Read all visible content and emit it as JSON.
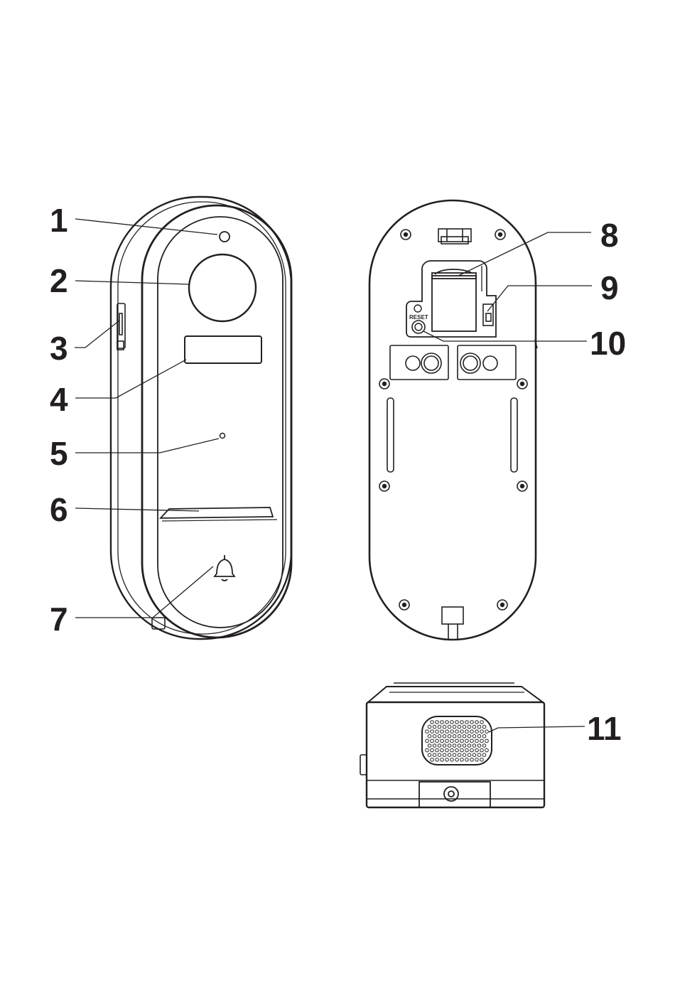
{
  "figure": {
    "reset_label": "RESET",
    "callouts": [
      {
        "id": "callout-1",
        "number": "1"
      },
      {
        "id": "callout-2",
        "number": "2"
      },
      {
        "id": "callout-3",
        "number": "3"
      },
      {
        "id": "callout-4",
        "number": "4"
      },
      {
        "id": "callout-5",
        "number": "5"
      },
      {
        "id": "callout-6",
        "number": "6"
      },
      {
        "id": "callout-7",
        "number": "7"
      },
      {
        "id": "callout-8",
        "number": "8"
      },
      {
        "id": "callout-9",
        "number": "9"
      },
      {
        "id": "callout-10",
        "number": "10"
      },
      {
        "id": "callout-11",
        "number": "11"
      }
    ],
    "line_color": "#231f20",
    "background": "#ffffff"
  }
}
